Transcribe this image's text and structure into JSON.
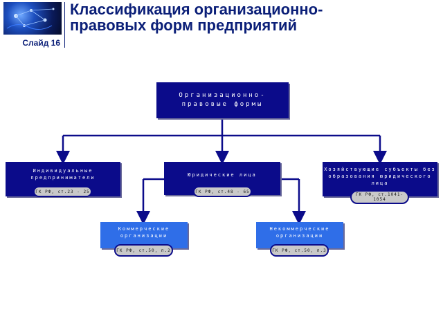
{
  "header": {
    "title_line1": "Классификация организационно-",
    "title_line2": "правовых форм предприятий",
    "slide_label": "Слайд 16"
  },
  "logo": {
    "icon": "globe-network-icon"
  },
  "diagram": {
    "root": {
      "label": "Организационно-правовые формы"
    },
    "individual": {
      "label": "Индивидуальные предприниматели",
      "ref": "ГК РФ, ст.23 - 25"
    },
    "legal": {
      "label": "Юридические лица",
      "ref": "ГК РФ, ст.48 - 65"
    },
    "economic": {
      "label": "Хозяйствующие субъекты без образования юридического лица",
      "ref": "ГК РФ, ст.1041-1054"
    },
    "commercial": {
      "label": "Коммерческие организации",
      "ref": "ГК РФ, ст.50, п.2"
    },
    "noncommercial": {
      "label": "Некоммерческие организации",
      "ref": "ГК РФ, ст.50, п.3"
    }
  },
  "colors": {
    "box": "#0b0b8a",
    "subbox": "#2f6ee8",
    "title": "#0b1f78",
    "pill": "#c9c9c9"
  }
}
